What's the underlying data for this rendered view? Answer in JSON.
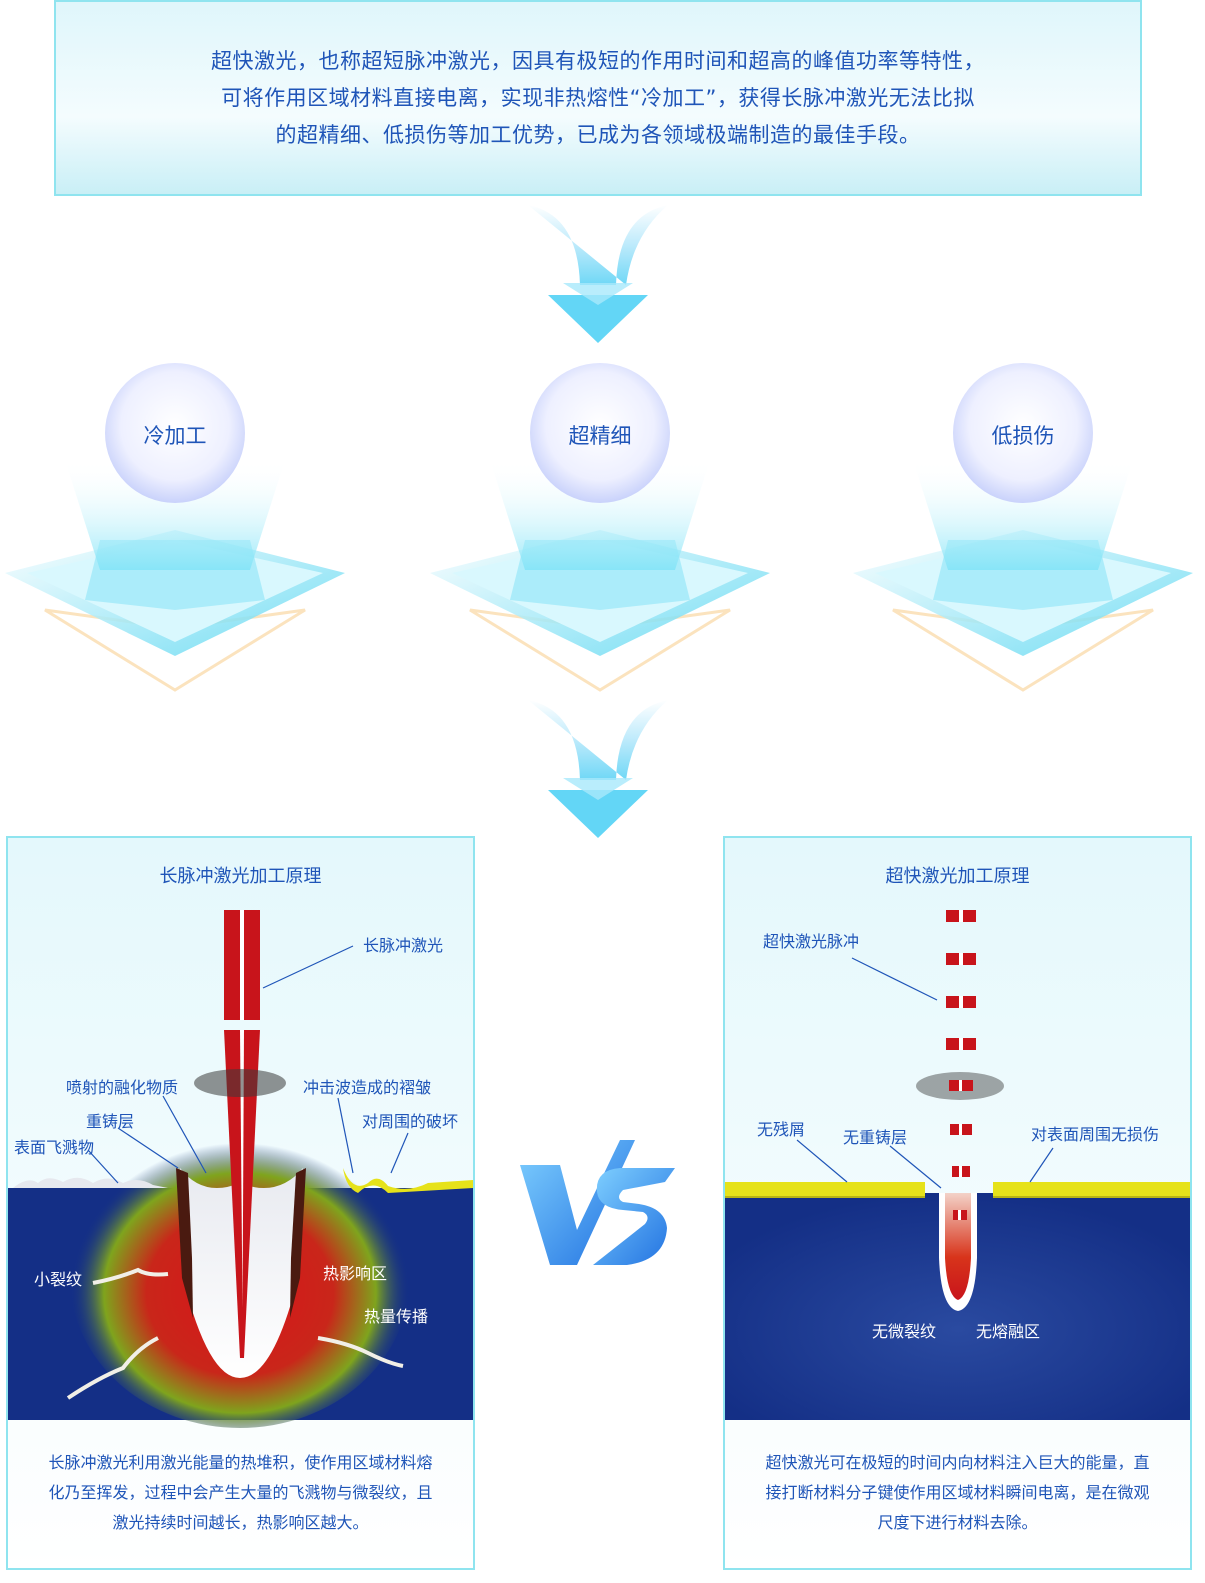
{
  "intro": {
    "lines": [
      "超快激光，也称超短脉冲激光，因具有极短的作用时间和超高的峰值功率等特性，",
      "可将作用区域材料直接电离，实现非热熔性“冷加工”，获得长脉冲激光无法比拟",
      "的超精细、低损伤等加工优势，已成为各领域极端制造的最佳手段。"
    ]
  },
  "features": [
    {
      "label": "冷加工"
    },
    {
      "label": "超精细"
    },
    {
      "label": "低损伤"
    }
  ],
  "vs_label": "VS",
  "long_pulse": {
    "title": "长脉冲激光加工原理",
    "labels": {
      "laser": "长脉冲激光",
      "ejected": "喷射的融化物质",
      "shockwave": "冲击波造成的褶皱",
      "recast": "重铸层",
      "damage": "对周围的破坏",
      "splash": "表面飞溅物",
      "crack": "小裂纹",
      "haz": "热影响区",
      "heat": "热量传播"
    },
    "desc": [
      "长脉冲激光利用激光能量的热堆积，使作用区域材料熔",
      "化乃至挥发，过程中会产生大量的飞溅物与微裂纹，且",
      "激光持续时间越长，热影响区越大。"
    ]
  },
  "ultrafast": {
    "title": "超快激光加工原理",
    "labels": {
      "pulse": "超快激光脉冲",
      "no_debris": "无残屑",
      "no_recast": "无重铸层",
      "no_damage": "对表面周围无损伤",
      "no_crack": "无微裂纹",
      "no_melt": "无熔融区"
    },
    "desc": [
      "超快激光可在极短的时间内向材料注入巨大的能量，直",
      "接打断材料分子键使作用区域材料瞬间电离，是在微观",
      "尺度下进行材料去除。"
    ]
  },
  "colors": {
    "text_blue": "#1f55b8",
    "border_cyan": "#8fe4ef",
    "substrate_navy": "#142f86",
    "laser_red": "#c8141b",
    "surface_yellow": "#e6e21a"
  }
}
